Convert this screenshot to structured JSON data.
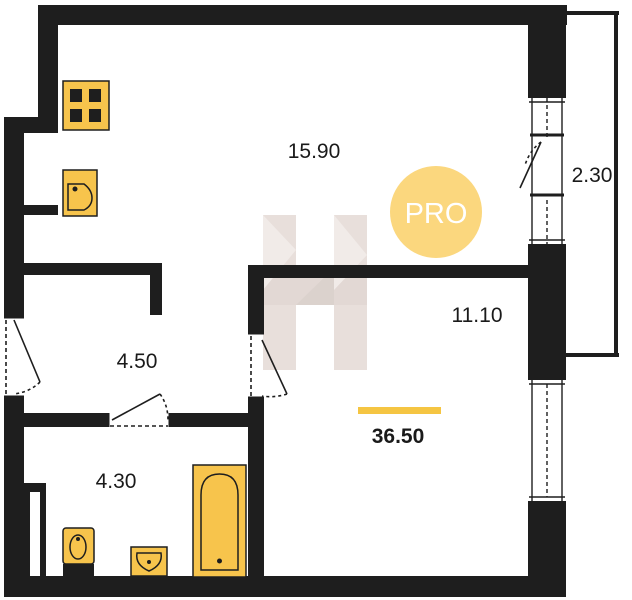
{
  "plan": {
    "rooms": [
      {
        "id": "living-kitchen",
        "area": "15.90"
      },
      {
        "id": "balcony",
        "area": "2.30"
      },
      {
        "id": "hallway",
        "area": "4.50"
      },
      {
        "id": "bedroom",
        "area": "11.10"
      },
      {
        "id": "bathroom",
        "area": "4.30"
      }
    ],
    "total_area": "36.50",
    "badge": "PRO"
  },
  "colors": {
    "wall": "#1e1e1e",
    "fixture": "#f7c44c",
    "accent_bar": "#f5c542",
    "badge": "#fbd77e",
    "watermark": "#d8c8c0"
  },
  "icons": [
    "stove-icon",
    "kitchen-sink-icon",
    "toilet-icon",
    "bathroom-sink-icon",
    "bathtub-icon",
    "watermark-logo"
  ]
}
